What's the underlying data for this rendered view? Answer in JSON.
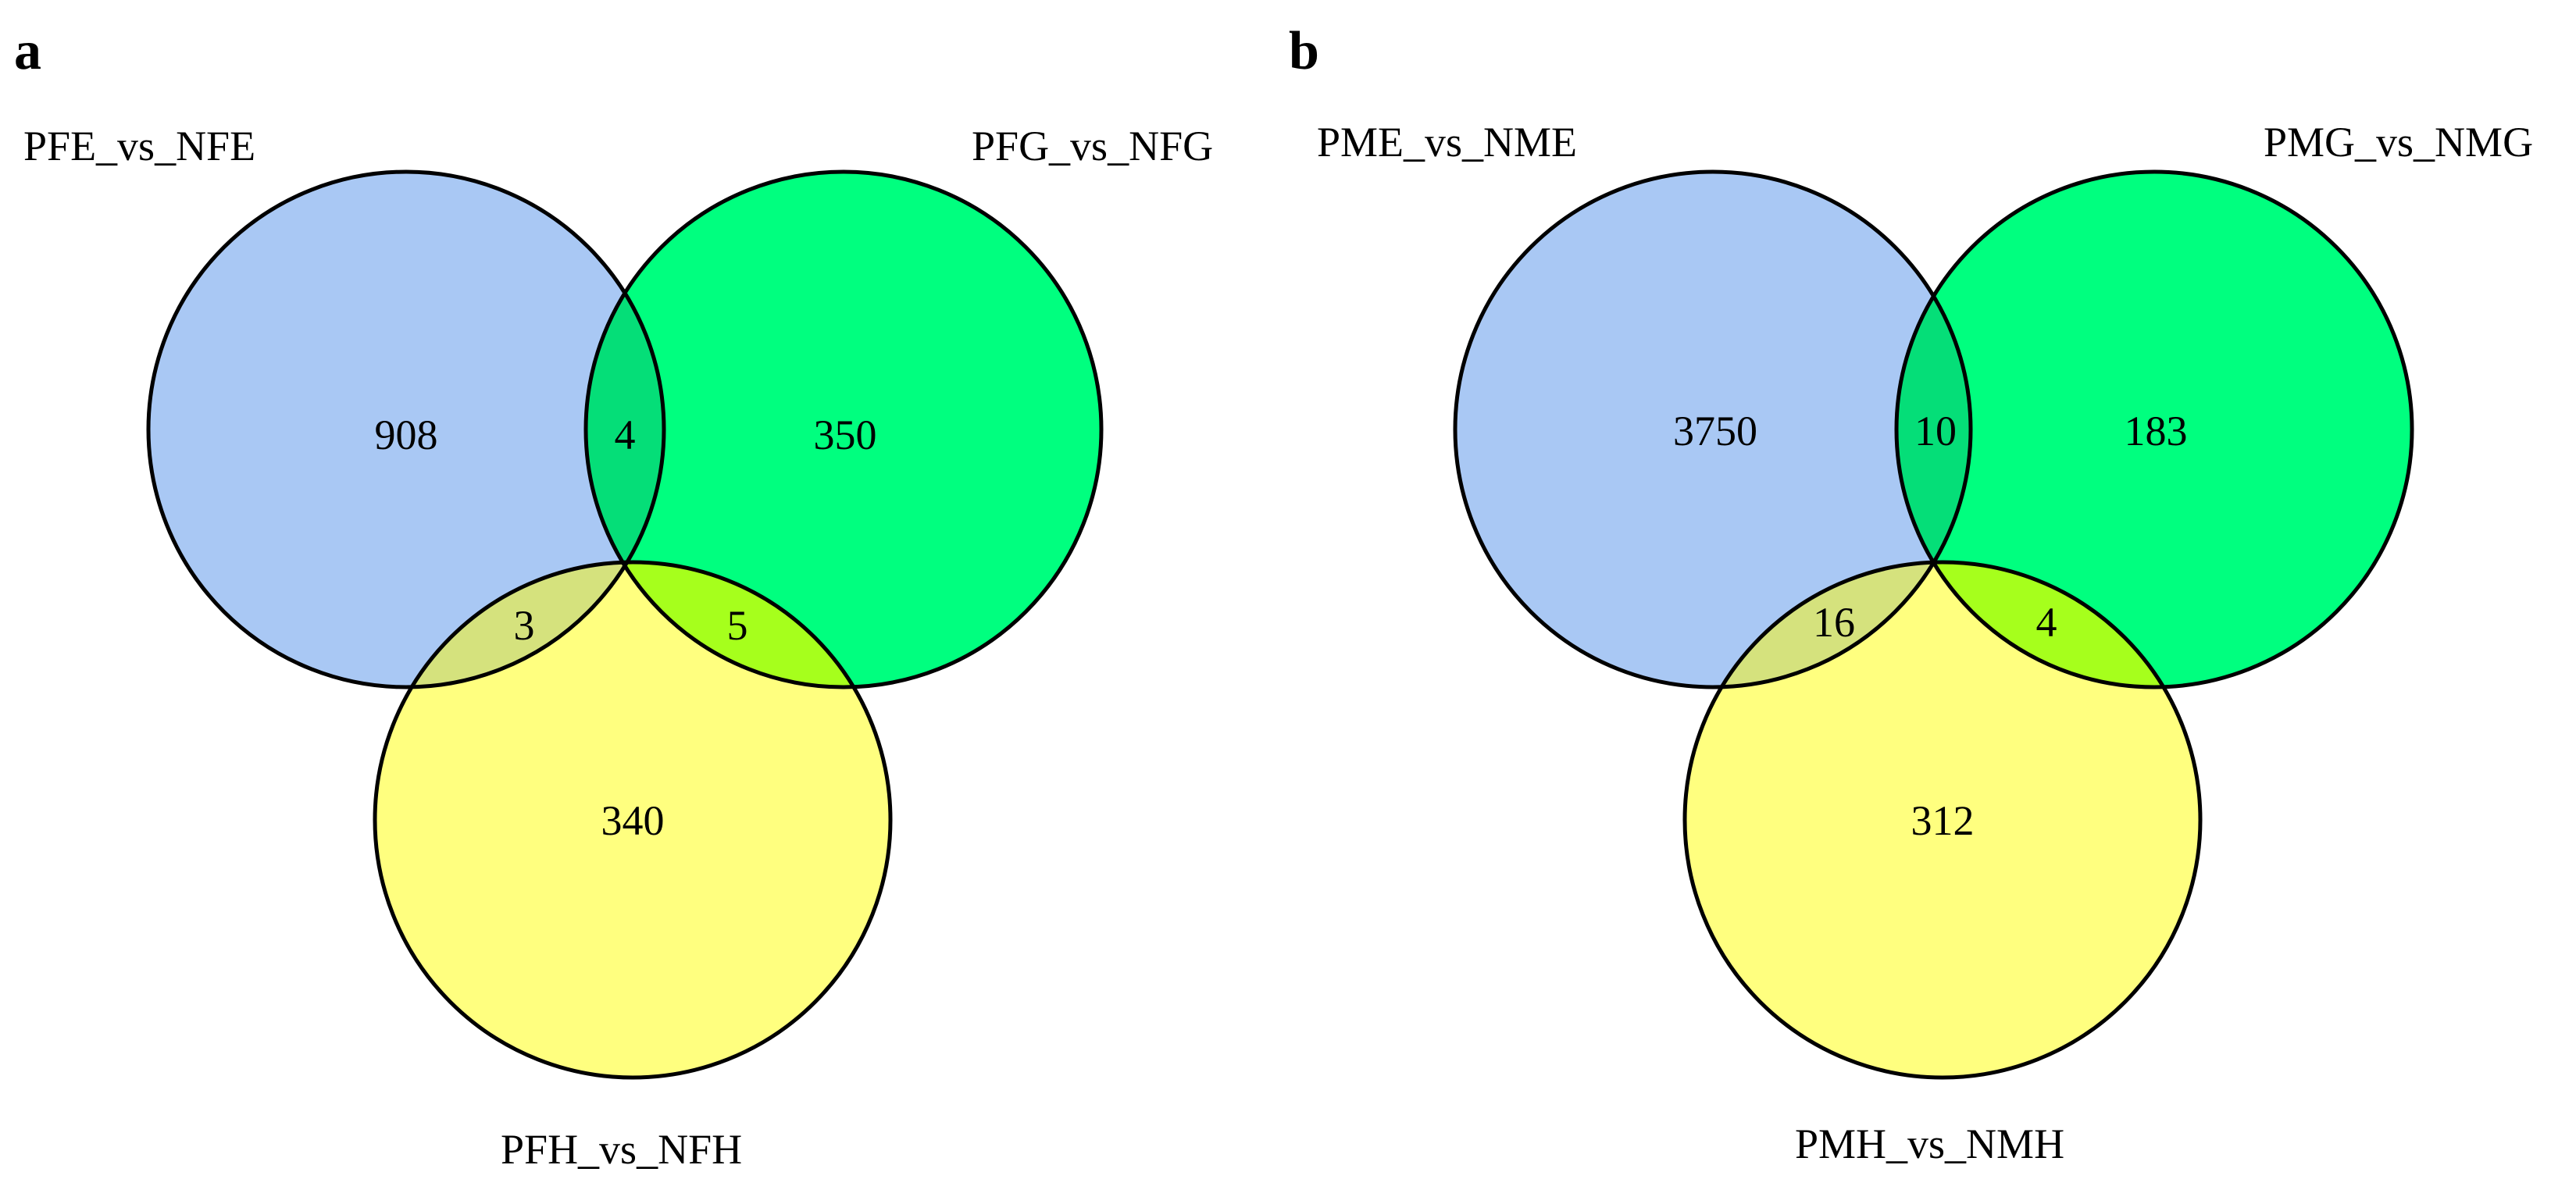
{
  "panels": [
    {
      "letter": "a",
      "sets": [
        {
          "name": "PFE_vs_NFE",
          "color": "#A9C8F4"
        },
        {
          "name": "PFG_vs_NFG",
          "color": "#00FF7F"
        },
        {
          "name": "PFH_vs_NFH",
          "color": "#FFFF7F"
        }
      ],
      "regions": {
        "only_1": "908",
        "only_2": "350",
        "only_3": "340",
        "overlap_1_2": "4",
        "overlap_1_3": "3",
        "overlap_2_3": "5"
      }
    },
    {
      "letter": "b",
      "sets": [
        {
          "name": "PME_vs_NME",
          "color": "#A9C8F4"
        },
        {
          "name": "PMG_vs_NMG",
          "color": "#00FF7F"
        },
        {
          "name": "PMH_vs_NMH",
          "color": "#FFFF7F"
        }
      ],
      "regions": {
        "only_1": "3750",
        "only_2": "183",
        "only_3": "312",
        "overlap_1_2": "10",
        "overlap_1_3": "16",
        "overlap_2_3": "4"
      }
    }
  ]
}
